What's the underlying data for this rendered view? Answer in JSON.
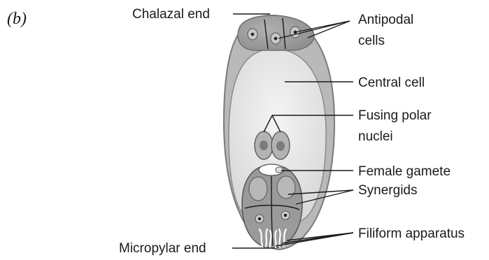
{
  "panel_label": "(b)",
  "labels": {
    "chalazal_end": "Chalazal end",
    "antipodal_line1": "Antipodal",
    "antipodal_line2": "cells",
    "central_cell": "Central cell",
    "fusing_line1": "Fusing polar",
    "fusing_line2": "nuclei",
    "female_gamete": "Female gamete",
    "synergids": "Synergids",
    "filiform_apparatus": "Filiform apparatus",
    "micropylar_end": "Micropylar end"
  },
  "colors": {
    "outer_wall": "#8a8a8a",
    "outer_fill": "#b9b9b9",
    "central_cell_fill": "#e8e8e8",
    "cell_fill": "#9c9c9c",
    "nucleus_fill": "#c8c8c8",
    "line": "#1a1a1a"
  }
}
